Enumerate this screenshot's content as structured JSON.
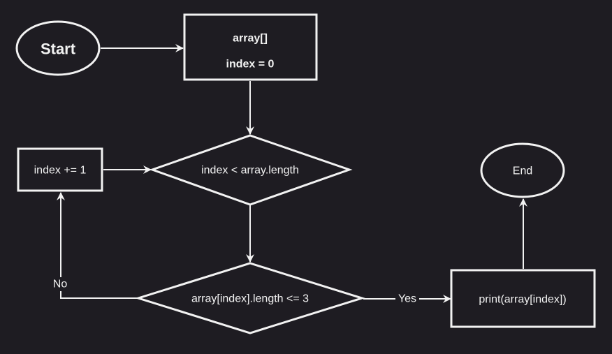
{
  "colors": {
    "background": "#1e1c22",
    "stroke": "#f2f2f2",
    "text": "#f2f2f2"
  },
  "nodes": {
    "start": {
      "label": "Start"
    },
    "init": {
      "line1": "array[]",
      "line2": "index = 0"
    },
    "loop_condition": {
      "label": "index < array.length"
    },
    "increment": {
      "label": "index += 1"
    },
    "length_check": {
      "label": "array[index].length <= 3"
    },
    "print": {
      "label": "print(array[index])"
    },
    "end": {
      "label": "End"
    }
  },
  "edges": {
    "no": "No",
    "yes": "Yes"
  }
}
